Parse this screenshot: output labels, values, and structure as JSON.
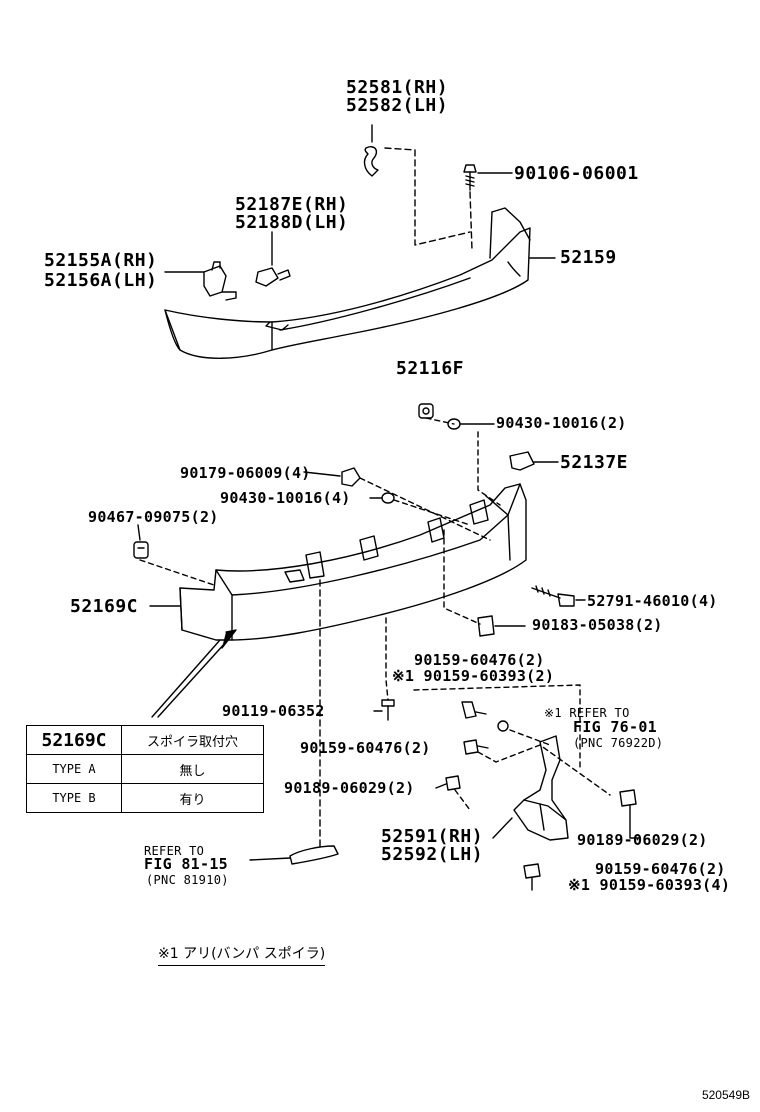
{
  "labels": {
    "p52581": "52581(RH)",
    "p52582": "52582(LH)",
    "p90106": "90106-06001",
    "p52187": "52187E(RH)",
    "p52188": "52188D(LH)",
    "p52155": "52155A(RH)",
    "p52156": "52156A(LH)",
    "p52159": "52159",
    "p52116": "52116F",
    "p90430a": "90430-10016(2)",
    "p52137": "52137E",
    "p90179": "90179-06009(4)",
    "p90430b": "90430-10016(4)",
    "p90467": "90467-09075(2)",
    "p52169": "52169C",
    "p52791": "52791-46010(4)",
    "p90183": "90183-05038(2)",
    "p90159a": "90159-60476(2)",
    "p90159b": "※1 90159-60393(2)",
    "p90119": "90119-06352",
    "refer76_1": "※1 REFER TO",
    "refer76_2": "FIG 76-01",
    "refer76_3": "(PNC 76922D)",
    "p90159c": "90159-60476(2)",
    "p90189a": "90189-06029(2)",
    "p90189b": "90189-06029(2)",
    "p52591": "52591(RH)",
    "p52592": "52592(LH)",
    "p90159d": "90159-60476(2)",
    "p90159e": "※1 90159-60393(4)",
    "refer81_1": "REFER TO",
    "refer81_2": "FIG 81-15",
    "refer81_3": "(PNC 81910)"
  },
  "table": {
    "header": [
      "52169C",
      "スポイラ取付穴"
    ],
    "rows": [
      [
        "TYPE A",
        "無し"
      ],
      [
        "TYPE B",
        "有り"
      ]
    ]
  },
  "footnote": "※1 アリ(バンパ スポイラ)",
  "image_id": "520549B"
}
